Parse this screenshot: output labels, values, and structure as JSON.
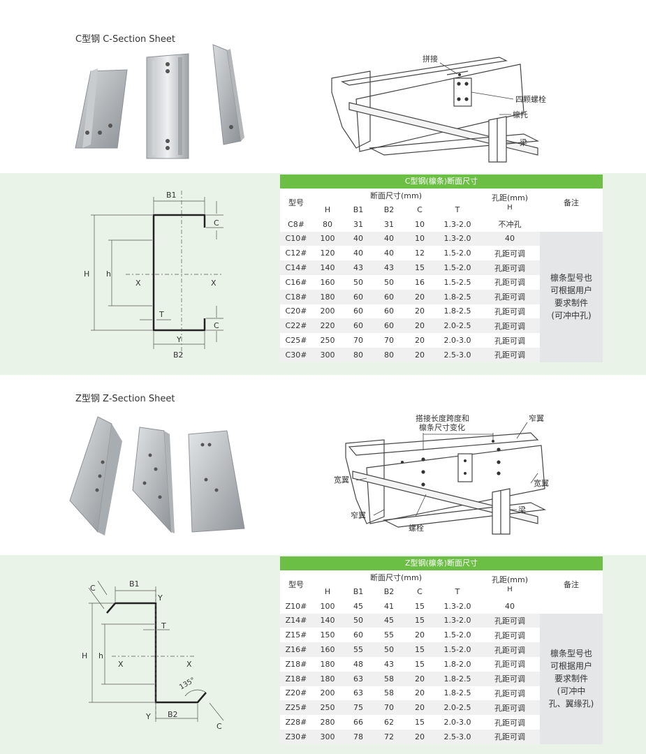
{
  "c_section": {
    "title": "C型钢  C-Section Sheet",
    "assembly_labels": [
      "拼接",
      "四颗螺栓",
      "檩托",
      "梁"
    ],
    "drawing_labels": {
      "B1": "B1",
      "B2": "B2",
      "H": "H",
      "h": "h",
      "C_top": "C",
      "C_bottom": "C",
      "T": "T",
      "X_left": "X",
      "X_right": "X",
      "Y": "Y"
    },
    "table": {
      "header": "C型钢(檩条)断面尺寸",
      "col_model": "型号",
      "col_section": "断面尺寸(mm)",
      "col_hole": "孔距(mm)",
      "col_hole_sub": "H",
      "col_note": "备注",
      "sub_cols": [
        "H",
        "B1",
        "B2",
        "C",
        "T"
      ],
      "rows": [
        [
          "C8#",
          "80",
          "31",
          "31",
          "10",
          "1.3-2.0",
          "不冲孔"
        ],
        [
          "C10#",
          "100",
          "40",
          "40",
          "10",
          "1.3-2.0",
          "40"
        ],
        [
          "C12#",
          "120",
          "40",
          "40",
          "12",
          "1.5-2.0",
          "孔距可调"
        ],
        [
          "C14#",
          "140",
          "43",
          "43",
          "15",
          "1.5-2.0",
          "孔距可调"
        ],
        [
          "C16#",
          "160",
          "50",
          "50",
          "16",
          "1.5-2.5",
          "孔距可调"
        ],
        [
          "C18#",
          "180",
          "60",
          "60",
          "20",
          "1.8-2.5",
          "孔距可调"
        ],
        [
          "C20#",
          "200",
          "60",
          "60",
          "20",
          "1.8-2.5",
          "孔距可调"
        ],
        [
          "C22#",
          "220",
          "60",
          "60",
          "20",
          "2.0-2.5",
          "孔距可调"
        ],
        [
          "C25#",
          "250",
          "70",
          "70",
          "20",
          "2.0-3.0",
          "孔距可调"
        ],
        [
          "C30#",
          "300",
          "80",
          "80",
          "20",
          "2.5-3.0",
          "孔距可调"
        ]
      ],
      "note_lines": [
        "檩条型号也",
        "可根据用户",
        "要求制件",
        "(可冲中孔)"
      ]
    }
  },
  "z_section": {
    "title": "Z型钢  Z-Section Sheet",
    "assembly_labels": [
      "搭接长度跨度和",
      "檩条尺寸变化",
      "窄翼",
      "宽翼",
      "宽翼",
      "梁",
      "窄翼",
      "螺栓"
    ],
    "drawing_labels": {
      "B1": "B1",
      "B2": "B2",
      "H": "H",
      "h": "h",
      "C_top": "C",
      "C_bottom": "C",
      "T": "T",
      "X_left": "X",
      "X_right": "X",
      "Y_top": "Y",
      "Y_bottom": "Y",
      "angle": "135°"
    },
    "table": {
      "header": "Z型钢(檩条)断面尺寸",
      "col_model": "型号",
      "col_section": "断面尺寸(mm)",
      "col_hole": "孔距(mm)",
      "col_hole_sub": "H",
      "col_note": "备注",
      "sub_cols": [
        "H",
        "B1",
        "B2",
        "C",
        "T"
      ],
      "rows": [
        [
          "Z10#",
          "100",
          "45",
          "41",
          "15",
          "1.3-2.0",
          "40"
        ],
        [
          "Z14#",
          "140",
          "50",
          "45",
          "15",
          "1.3-2.0",
          "孔距可调"
        ],
        [
          "Z15#",
          "150",
          "60",
          "55",
          "20",
          "1.5-2.0",
          "孔距可调"
        ],
        [
          "Z16#",
          "160",
          "55",
          "50",
          "15",
          "1.5-2.0",
          "孔距可调"
        ],
        [
          "Z18#",
          "180",
          "48",
          "43",
          "15",
          "1.8-2.0",
          "孔距可调"
        ],
        [
          "Z18#",
          "180",
          "63",
          "58",
          "20",
          "1.8-2.5",
          "孔距可调"
        ],
        [
          "Z20#",
          "200",
          "63",
          "58",
          "20",
          "1.8-2.5",
          "孔距可调"
        ],
        [
          "Z25#",
          "250",
          "75",
          "70",
          "20",
          "2.0-2.5",
          "孔距可调"
        ],
        [
          "Z28#",
          "280",
          "66",
          "62",
          "15",
          "2.0-3.0",
          "孔距可调"
        ],
        [
          "Z30#",
          "300",
          "78",
          "72",
          "20",
          "2.5-3.0",
          "孔距可调"
        ]
      ],
      "note_lines": [
        "檩条型号也",
        "可根据用户",
        "要求制件",
        "(可冲中",
        "孔、翼缘孔)"
      ]
    }
  },
  "colors": {
    "green": "#6cbf45",
    "band": "#e9f3e8",
    "note_bg": "#e4e6e8"
  }
}
